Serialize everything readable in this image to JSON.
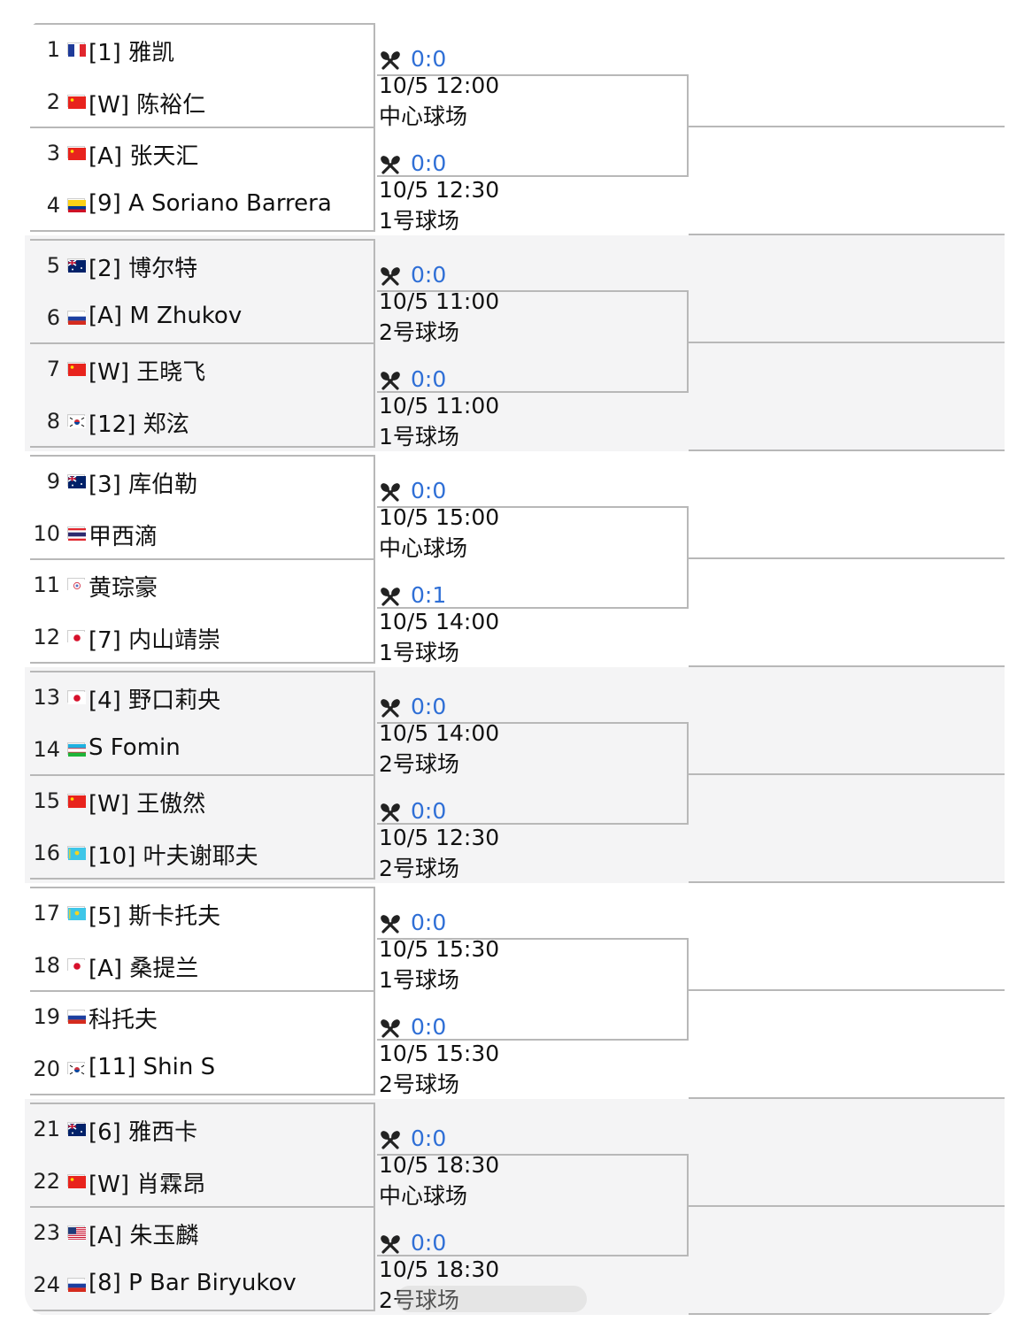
{
  "players": [
    {
      "num": "1",
      "flag": "flag-france",
      "name": "[1] 雅凯"
    },
    {
      "num": "2",
      "flag": "flag-china",
      "name": "[W] 陈裕仁"
    },
    {
      "num": "3",
      "flag": "flag-china",
      "name": "[A] 张天汇"
    },
    {
      "num": "4",
      "flag": "flag-colombia",
      "name": "[9] A Soriano Barrera"
    },
    {
      "num": "5",
      "flag": "flag-australia",
      "name": "[2] 博尔特"
    },
    {
      "num": "6",
      "flag": "flag-russia",
      "name": "[A] M Zhukov"
    },
    {
      "num": "7",
      "flag": "flag-china",
      "name": "[W] 王晓飞"
    },
    {
      "num": "8",
      "flag": "flag-korea",
      "name": "[12] 郑泫"
    },
    {
      "num": "9",
      "flag": "flag-australia",
      "name": "[3] 库伯勒"
    },
    {
      "num": "10",
      "flag": "flag-thailand",
      "name": " 甲西滴"
    },
    {
      "num": "11",
      "flag": "flag-chinese-taipei",
      "name": " 黄琮豪"
    },
    {
      "num": "12",
      "flag": "flag-japan",
      "name": "[7] 内山靖崇"
    },
    {
      "num": "13",
      "flag": "flag-japan",
      "name": "[4] 野口莉央"
    },
    {
      "num": "14",
      "flag": "flag-uzbekistan",
      "name": " S Fomin"
    },
    {
      "num": "15",
      "flag": "flag-china",
      "name": "[W] 王傲然"
    },
    {
      "num": "16",
      "flag": "flag-kazakhstan",
      "name": "[10] 叶夫谢耶夫"
    },
    {
      "num": "17",
      "flag": "flag-kazakhstan",
      "name": "[5] 斯卡托夫"
    },
    {
      "num": "18",
      "flag": "flag-japan",
      "name": "[A] 桑提兰"
    },
    {
      "num": "19",
      "flag": "flag-russia",
      "name": " 科托夫"
    },
    {
      "num": "20",
      "flag": "flag-korea",
      "name": "[11] Shin S"
    },
    {
      "num": "21",
      "flag": "flag-australia",
      "name": "[6] 雅西卡"
    },
    {
      "num": "22",
      "flag": "flag-china",
      "name": "[W] 肖霖昂"
    },
    {
      "num": "23",
      "flag": "flag-usa",
      "name": "[A] 朱玉麟"
    },
    {
      "num": "24",
      "flag": "flag-russia",
      "name": "[8] P Bar Biryukov"
    }
  ],
  "matches": [
    {
      "icon": "rackets-icon",
      "score": "0:0",
      "time": "10/5 12:00",
      "court": "中心球场"
    },
    {
      "icon": "rackets-icon",
      "score": "0:0",
      "time": "10/5 12:30",
      "court": "1号球场"
    },
    {
      "icon": "rackets-icon",
      "score": "0:0",
      "time": "10/5 11:00",
      "court": "2号球场"
    },
    {
      "icon": "rackets-icon",
      "score": "0:0",
      "time": "10/5 11:00",
      "court": "1号球场"
    },
    {
      "icon": "rackets-icon",
      "score": "0:0",
      "time": "10/5 15:00",
      "court": "中心球场"
    },
    {
      "icon": "rackets-icon",
      "score": "0:1",
      "time": "10/5 14:00",
      "court": "1号球场"
    },
    {
      "icon": "rackets-icon",
      "score": "0:0",
      "time": "10/5 14:00",
      "court": "2号球场"
    },
    {
      "icon": "rackets-icon",
      "score": "0:0",
      "time": "10/5 12:30",
      "court": "2号球场"
    },
    {
      "icon": "rackets-icon",
      "score": "0:0",
      "time": "10/5 15:30",
      "court": "1号球场"
    },
    {
      "icon": "rackets-icon",
      "score": "0:0",
      "time": "10/5 15:30",
      "court": "2号球场"
    },
    {
      "icon": "rackets-icon",
      "score": "0:0",
      "time": "10/5 18:30",
      "court": "中心球场"
    },
    {
      "icon": "rackets-icon",
      "score": "0:0",
      "time": "10/5 18:30",
      "court": "2号球场"
    }
  ],
  "colors": {
    "score": "#2f6fd6",
    "line": "#b8b8b8",
    "alt_band": "#f4f4f5"
  }
}
